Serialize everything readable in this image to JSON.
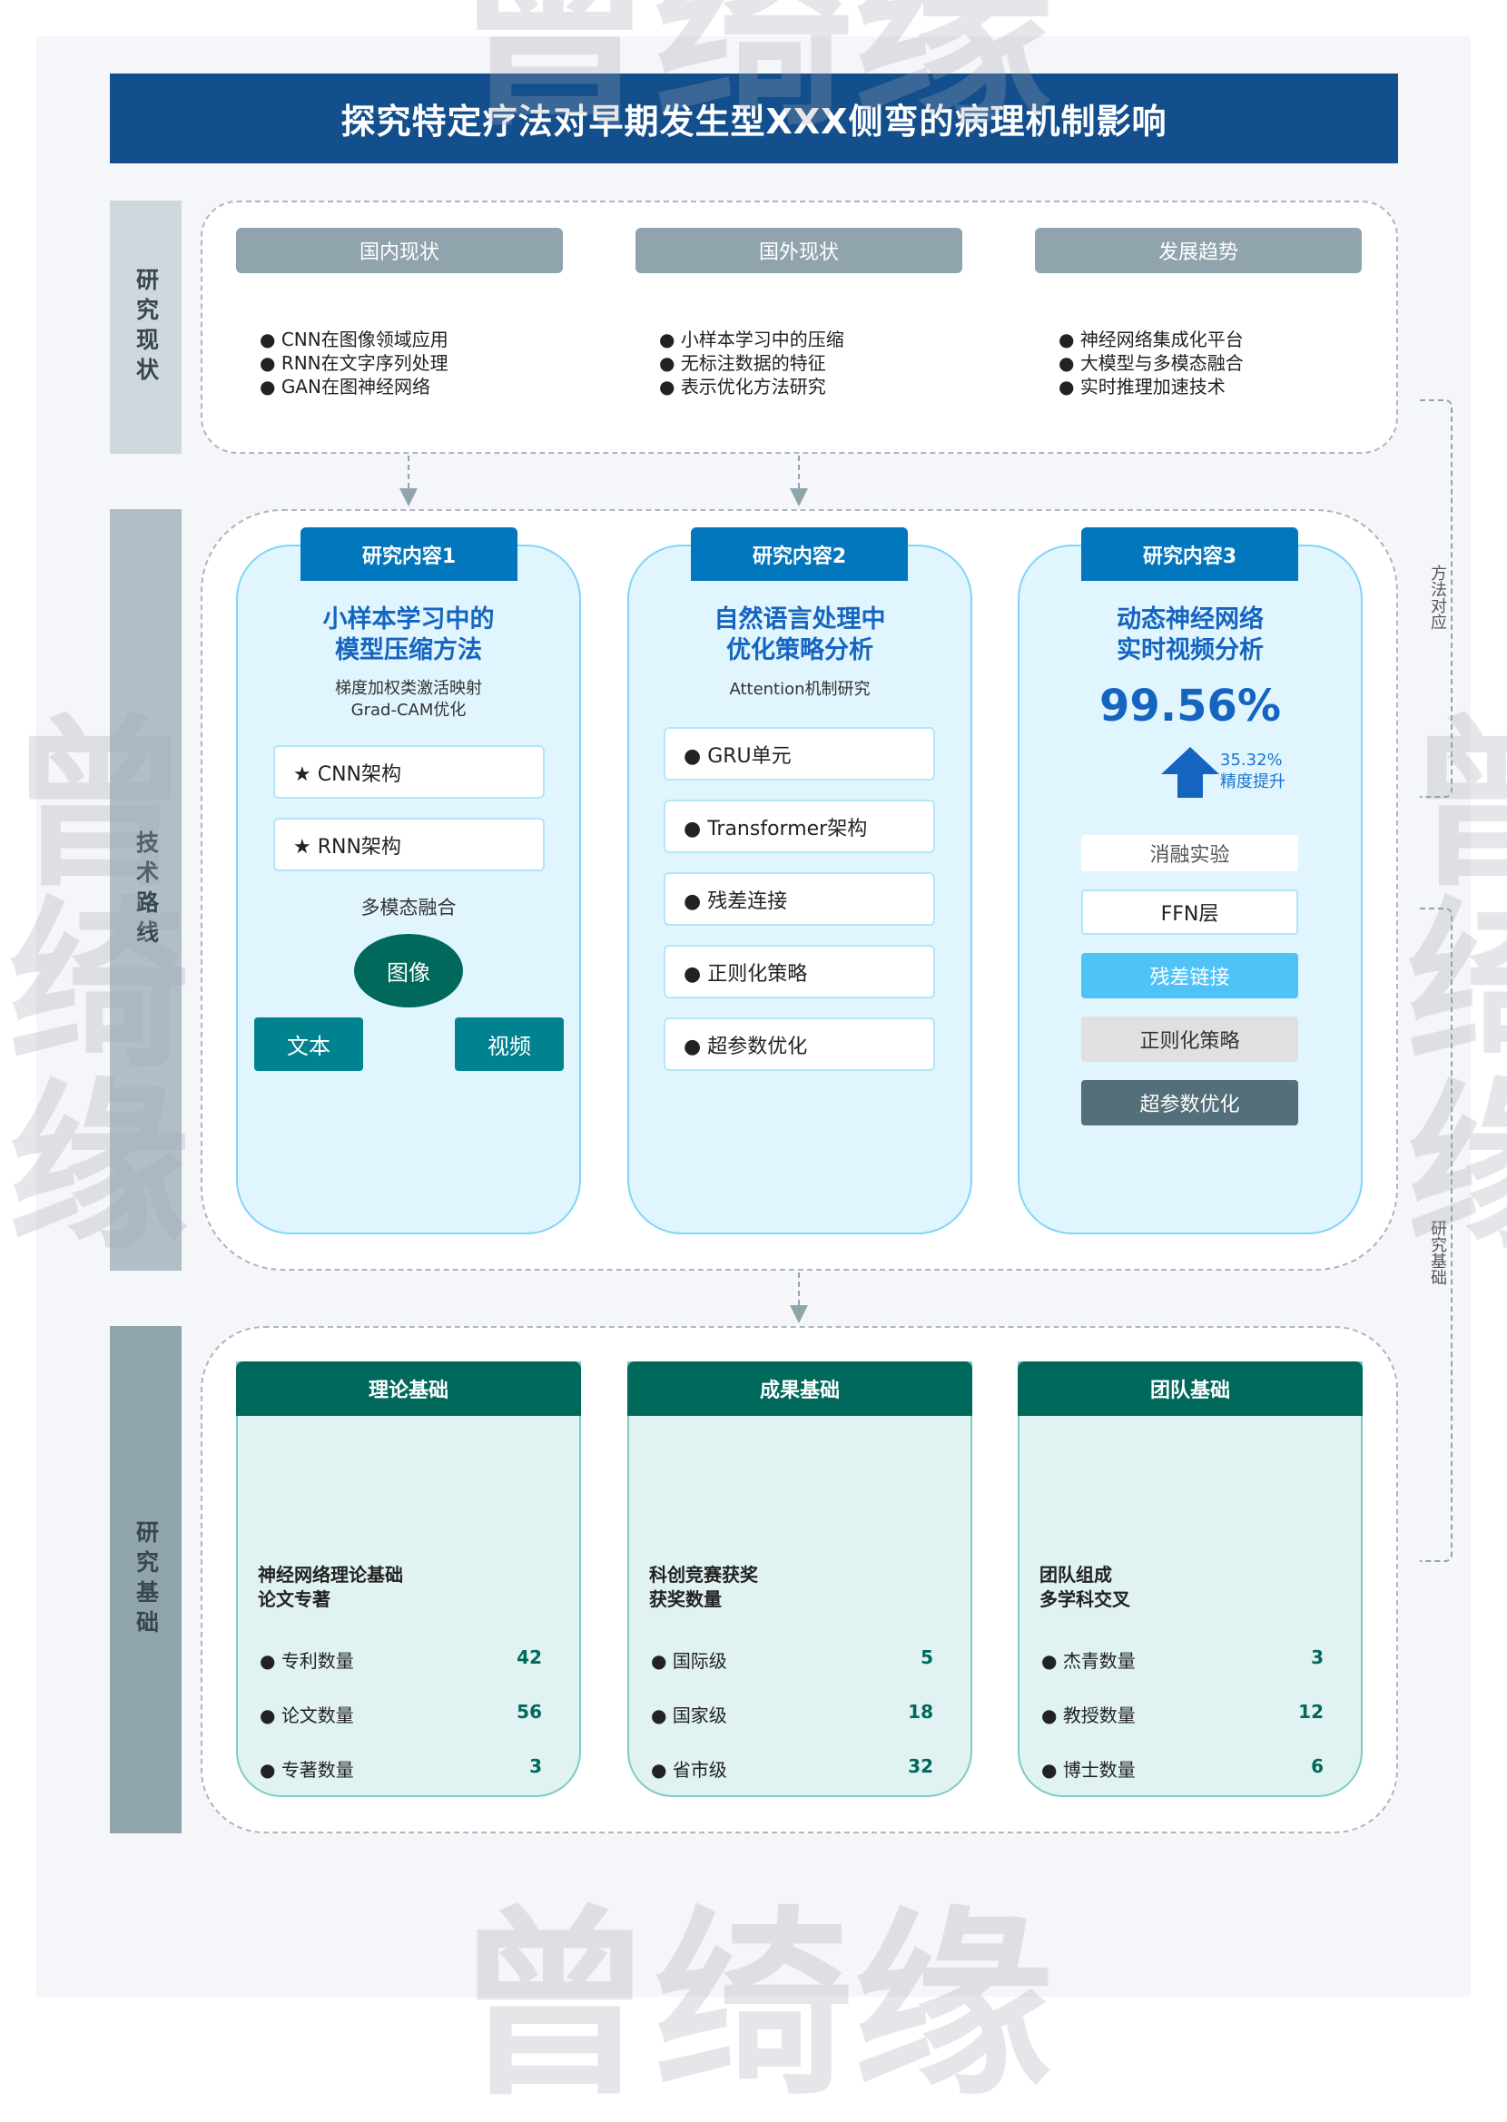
{
  "watermark": "曾绮缘",
  "title": "探究特定疗法对早期发生型XXX侧弯的病理机制影响",
  "side_labels": [
    "研究现状",
    "技术路线",
    "研究基础"
  ],
  "status": {
    "columns": [
      {
        "header": "国内现状",
        "items": [
          "CNN在图像领域应用",
          "RNN在文字序列处理",
          "GAN在图神经网络"
        ]
      },
      {
        "header": "国外现状",
        "items": [
          "小样本学习中的压缩",
          "无标注数据的特征",
          "表示优化方法研究"
        ]
      },
      {
        "header": "发展趋势",
        "items": [
          "神经网络集成化平台",
          "大模型与多模态融合",
          "实时推理加速技术"
        ]
      }
    ]
  },
  "research": {
    "c1": {
      "tab": "研究内容1",
      "title1": "小样本学习中的",
      "title2": "模型压缩方法",
      "sub1": "梯度加权类激活映射",
      "sub2": "Grad-CAM优化",
      "items": [
        "★ CNN架构",
        "★ RNN架构"
      ],
      "fusion_label": "多模态融合",
      "nodes": [
        "图像",
        "文本",
        "视频"
      ]
    },
    "c2": {
      "tab": "研究内容2",
      "title1": "自然语言处理中",
      "title2": "优化策略分析",
      "sub1": "Attention机制研究",
      "items": [
        "● GRU单元",
        "● Transformer架构",
        "● 残差连接",
        "● 正则化策略",
        "● 超参数优化"
      ]
    },
    "c3": {
      "tab": "研究内容3",
      "title1": "动态神经网络",
      "title2": "实时视频分析",
      "metric": "99.56%",
      "improve_value": "35.32%",
      "improve_label": "精度提升",
      "buttons": [
        "消融实验",
        "FFN层",
        "残差链接",
        "正则化策略",
        "超参数优化"
      ]
    }
  },
  "foundation": [
    {
      "header": "理论基础",
      "sub1": "神经网络理论基础",
      "sub2": "论文专著",
      "rows": [
        {
          "label": "专利数量",
          "value": "42"
        },
        {
          "label": "论文数量",
          "value": "56"
        },
        {
          "label": "专著数量",
          "value": "3"
        }
      ]
    },
    {
      "header": "成果基础",
      "sub1": "科创竞赛获奖",
      "sub2": "获奖数量",
      "rows": [
        {
          "label": "国际级",
          "value": "5"
        },
        {
          "label": "国家级",
          "value": "18"
        },
        {
          "label": "省市级",
          "value": "32"
        }
      ]
    },
    {
      "header": "团队基础",
      "sub1": "团队组成",
      "sub2": "多学科交叉",
      "rows": [
        {
          "label": "杰青数量",
          "value": "3"
        },
        {
          "label": "教授数量",
          "value": "12"
        },
        {
          "label": "博士数量",
          "value": "6"
        }
      ]
    }
  ],
  "brackets": [
    "方法对应",
    "研究基础"
  ],
  "colors": {
    "title_bg": "#134f8c",
    "tab_blue": "#0277bd",
    "green": "#00695c",
    "accent_blue": "#1565c0"
  }
}
